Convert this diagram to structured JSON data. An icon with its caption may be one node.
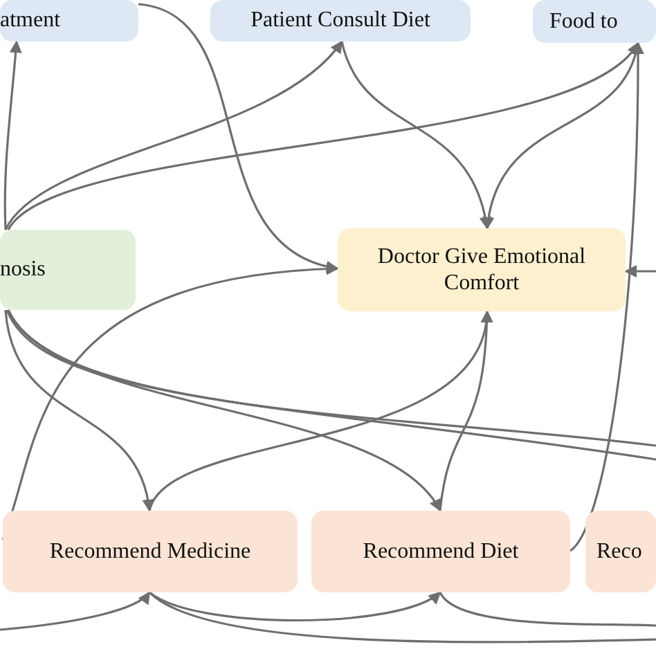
{
  "diagram": {
    "nodes": [
      {
        "text": [
          "atment"
        ]
      },
      {
        "text": [
          "Patient Consult Diet"
        ]
      },
      {
        "text": [
          "Food to"
        ]
      },
      {
        "text": [
          "nosis"
        ]
      },
      {
        "text": [
          "Doctor Give Emotional Comfort"
        ]
      },
      {
        "text": [
          "Recommend Medicine"
        ]
      },
      {
        "text": [
          "Recommend Diet"
        ]
      },
      {
        "text": [
          "Reco"
        ]
      }
    ],
    "edges": [
      {
        "from": 3,
        "to": 0,
        "arrow": "to"
      },
      {
        "from": 3,
        "to": 1,
        "arrow": "to"
      },
      {
        "from": 3,
        "to": 2,
        "arrow": "to"
      },
      {
        "from": 0,
        "to": 4,
        "arrow": "to"
      },
      {
        "from": 1,
        "to": 4,
        "arrow": "to"
      },
      {
        "from": 2,
        "to": 4,
        "arrow": "to"
      },
      {
        "from": 6,
        "to": 2,
        "arrow": "to"
      },
      {
        "from": null,
        "to": 4,
        "arrow": "to"
      },
      {
        "from": 5,
        "to": 4,
        "arrow": "to"
      },
      {
        "from": 3,
        "to": 5,
        "arrow": "to"
      },
      {
        "from": 3,
        "to": 6,
        "arrow": "to"
      },
      {
        "from": 3,
        "to": null,
        "arrow": "none"
      },
      {
        "from": 3,
        "to": null,
        "arrow": "none"
      },
      {
        "from": 5,
        "to": 4,
        "arrow": "to"
      },
      {
        "from": 6,
        "to": 4,
        "arrow": "to"
      },
      {
        "from": null,
        "to": 5,
        "arrow": "to"
      },
      {
        "from": 5,
        "to": 6,
        "arrow": "to"
      },
      {
        "from": 6,
        "to": null,
        "arrow": "none"
      },
      {
        "from": 5,
        "to": null,
        "arrow": "none"
      }
    ]
  }
}
